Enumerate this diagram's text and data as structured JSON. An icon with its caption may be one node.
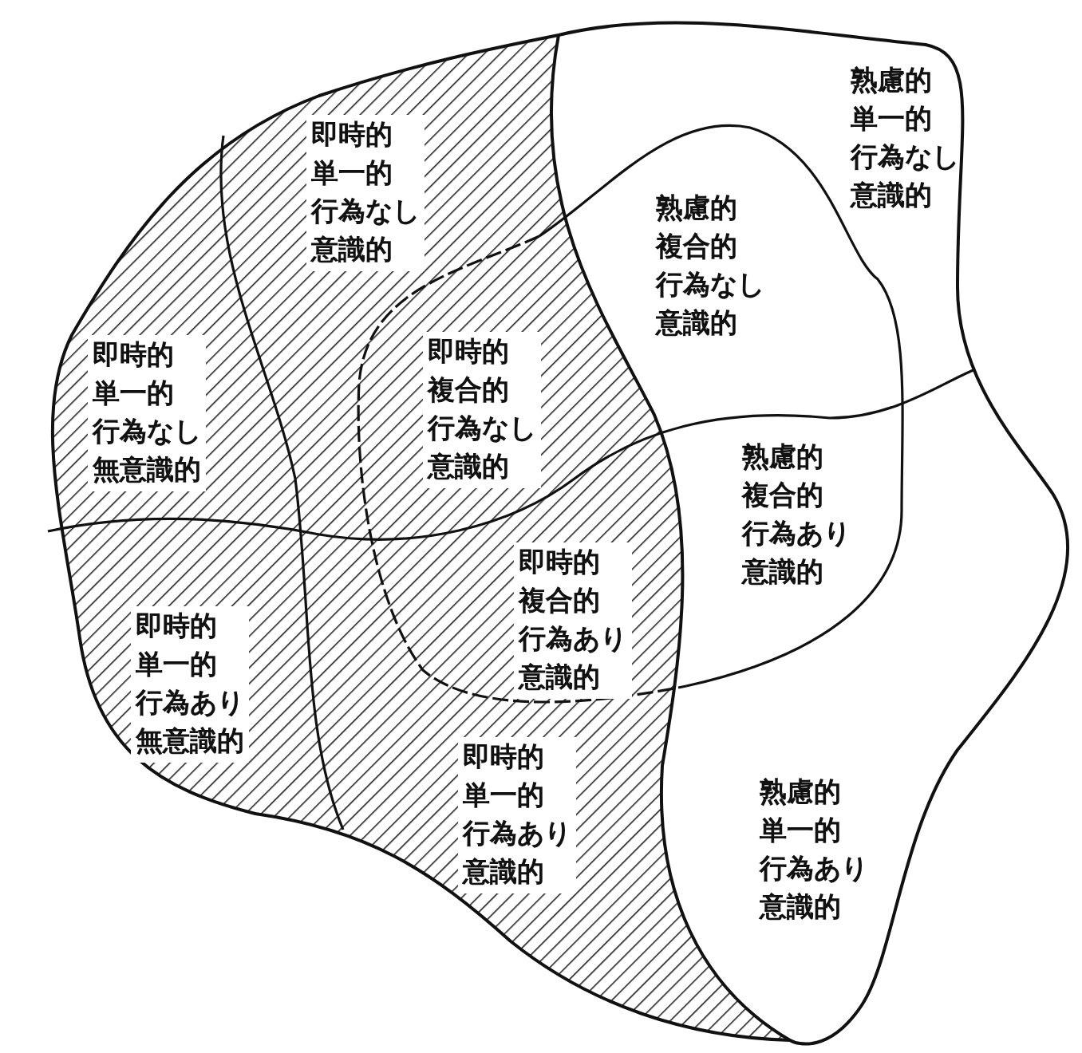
{
  "diagram": {
    "labels": [
      "熟慮的単一的行為なし意識的",
      "即時的単一的行為なし意識的",
      "熟慮的複合的行為なし意識的",
      "即時的単一的行為なし無意識的",
      "即時的複合的行為なし意識的",
      "熟慮的複合的行為あり意識的",
      "即時的複合的行為あり意識的",
      "即時的単一的行為あり無意識的",
      "即時的単一的行為あり意識的",
      "熟慮的単一的行為あり意識的"
    ]
  }
}
